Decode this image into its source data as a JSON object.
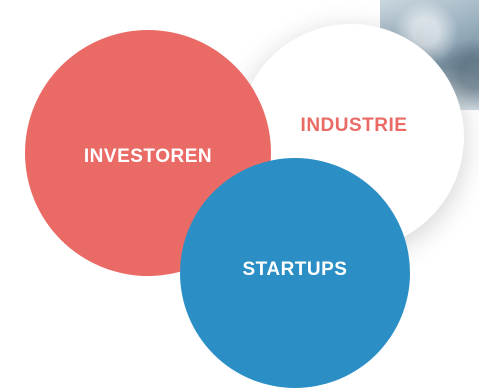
{
  "diagram": {
    "circles": [
      {
        "id": "investoren",
        "label": "INVESTOREN",
        "color": "#ea6b66",
        "text_color": "#ffffff"
      },
      {
        "id": "industrie",
        "label": "INDUSTRIE",
        "color": "#ffffff",
        "text_color": "#ea6b66"
      },
      {
        "id": "startups",
        "label": "STARTUPS",
        "color": "#2b8fc6",
        "text_color": "#ffffff"
      }
    ]
  },
  "colors": {
    "coral": "#ea6b66",
    "blue": "#2b8fc6",
    "white": "#ffffff"
  }
}
